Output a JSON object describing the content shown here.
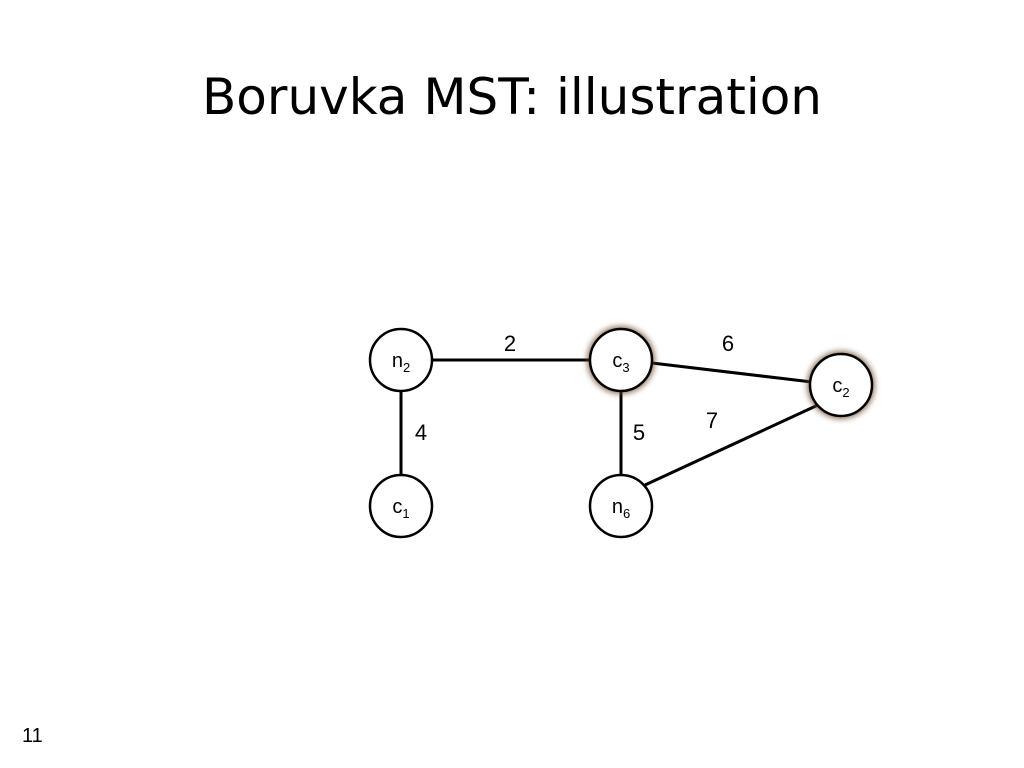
{
  "title": "Boruvka MST: illustration",
  "slide_number": "11",
  "graph": {
    "nodes": [
      {
        "id": "n2",
        "base": "n",
        "sub": "2",
        "highlight": false
      },
      {
        "id": "c3",
        "base": "c",
        "sub": "3",
        "highlight": true
      },
      {
        "id": "c2",
        "base": "c",
        "sub": "2",
        "highlight": true
      },
      {
        "id": "c1",
        "base": "c",
        "sub": "1",
        "highlight": false
      },
      {
        "id": "n6",
        "base": "n",
        "sub": "6",
        "highlight": false
      }
    ],
    "edges": [
      {
        "from": "n2",
        "to": "c3",
        "weight": "2"
      },
      {
        "from": "c3",
        "to": "c2",
        "weight": "6"
      },
      {
        "from": "n2",
        "to": "c1",
        "weight": "4"
      },
      {
        "from": "c3",
        "to": "n6",
        "weight": "5"
      },
      {
        "from": "n6",
        "to": "c2",
        "weight": "7"
      }
    ],
    "colors": {
      "highlight_glow": "#6b4a2e",
      "stroke": "#000000",
      "fill": "#ffffff"
    }
  }
}
